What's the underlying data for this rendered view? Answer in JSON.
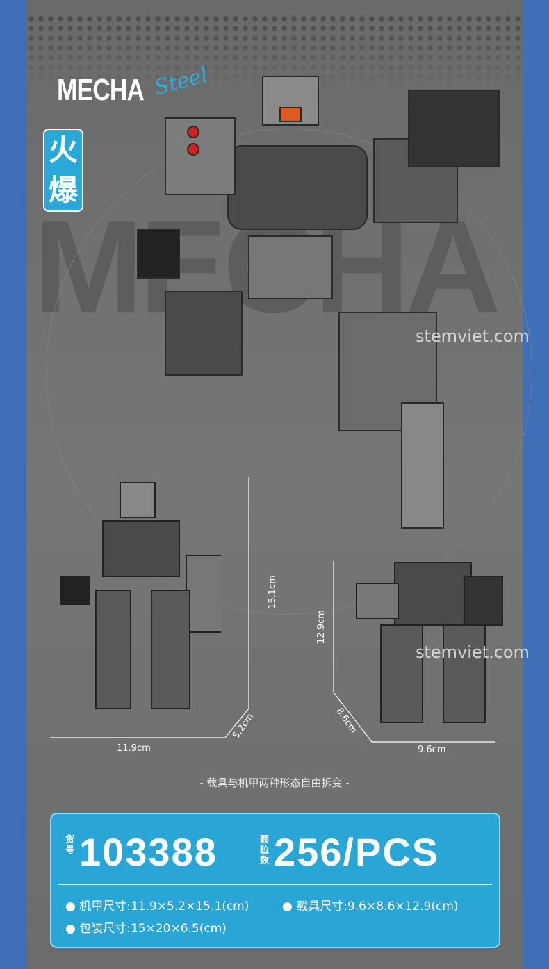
{
  "brand": {
    "logo": "MECHA",
    "logo_script": "Steel",
    "badge": "火爆",
    "background_text": "MECHA"
  },
  "watermarks": [
    "stemviet.com",
    "stemviet.com"
  ],
  "dimensions": {
    "mech_height": "15.1cm",
    "mech_width": "11.9cm",
    "mech_depth": "5.2cm",
    "vehicle_height": "12.9cm",
    "vehicle_depth": "8.6cm",
    "vehicle_width": "9.6cm"
  },
  "caption": "- 载具与机甲两种形态自由拆变 -",
  "panel": {
    "item_label": "货号",
    "item_number": "103388",
    "pieces_label": "颗粒数",
    "pieces": "256/PCS",
    "specs": [
      "● 机甲尺寸:11.9×5.2×15.1(cm)",
      "● 载具尺寸:9.6×8.6×12.9(cm)",
      "● 包装尺寸:15×20×6.5(cm)"
    ]
  },
  "colors": {
    "side": "#3f6fb6",
    "panel": "#2aa6d6",
    "bg": "#6e6e6e"
  }
}
